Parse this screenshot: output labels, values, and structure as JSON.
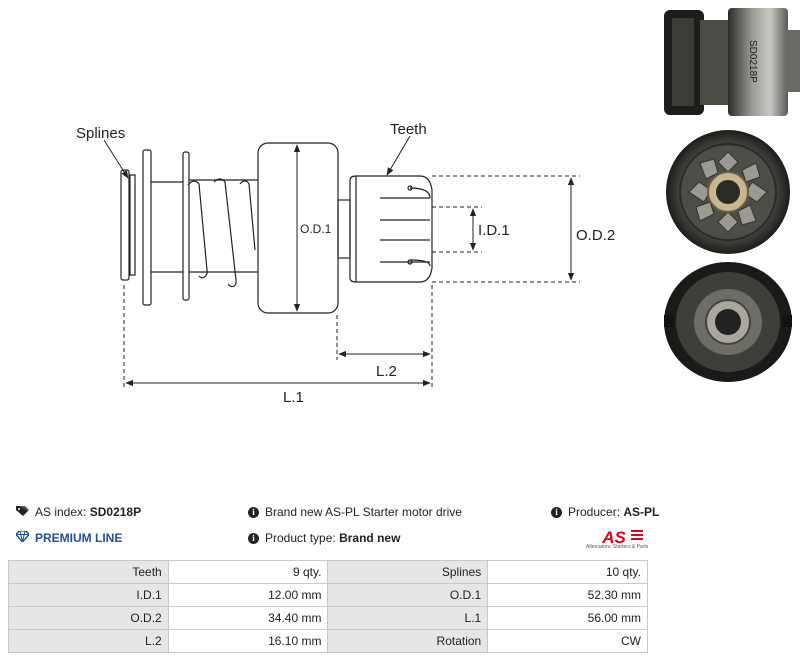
{
  "diagram": {
    "labels": {
      "splines": "Splines",
      "teeth": "Teeth",
      "od1": "O.D.1",
      "id1": "I.D.1",
      "od2": "O.D.2",
      "l2": "L.2",
      "l1": "L.1"
    },
    "line_color": "#222222"
  },
  "photo": {
    "stamp": "SD0218P"
  },
  "header": {
    "index_label": "AS index:",
    "index_value": "SD0218P",
    "premium": "PREMIUM LINE",
    "description": "Brand new AS-PL Starter motor drive",
    "product_type_label": "Product type:",
    "product_type_value": "Brand new",
    "producer_label": "Producer:",
    "producer_value": "AS-PL"
  },
  "logo": {
    "text": "AS",
    "tagline": "Alternators, Starters & Parts",
    "color": "#e2001a"
  },
  "specs": [
    [
      "Teeth",
      "9 qty.",
      "Splines",
      "10 qty."
    ],
    [
      "I.D.1",
      "12.00 mm",
      "O.D.1",
      "52.30 mm"
    ],
    [
      "O.D.2",
      "34.40 mm",
      "L.1",
      "56.00 mm"
    ],
    [
      "L.2",
      "16.10 mm",
      "Rotation",
      "CW"
    ]
  ],
  "colors": {
    "premium": "#1f4f9c",
    "table_key_bg": "#e6e6e6",
    "table_border": "#c9c9c9"
  }
}
